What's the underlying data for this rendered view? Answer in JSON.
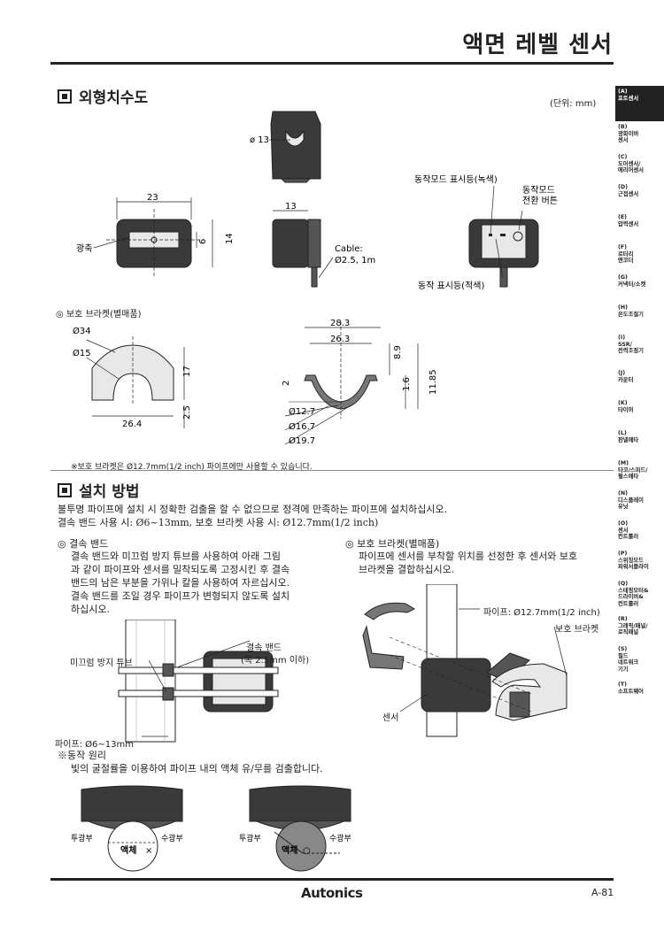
{
  "page_title": "액면 레벨 센서",
  "sections": {
    "dimensions": {
      "title": "외형치수도",
      "unit_note": "(단위: mm)"
    },
    "installation": {
      "title": "설치 방법"
    }
  },
  "dim_labels": {
    "phi13": "ø 13",
    "d23": "23",
    "d13": "13",
    "d6": "6",
    "d14": "14",
    "optical_axis": "광축",
    "cable1": "Cable:",
    "cable2": "Ø2.5, 1m",
    "op_mode_led": "동작모드 표시등(녹색)",
    "op_mode_btn1": "동작모드",
    "op_mode_btn2": "전환 버튼",
    "op_led_red": "동작 표시등(적색)"
  },
  "bracket": {
    "heading": "◎ 보호 브라켓(별매품)",
    "phi34": "Ø34",
    "phi15": "Ø15",
    "d17": "17",
    "d26_4": "26.4",
    "d2_5": "2.5",
    "d28_3": "28.3",
    "d26_3": "26.3",
    "d8_9": "8.9",
    "d2": "2",
    "d1_6": "1.6",
    "d11_85": "11.85",
    "phi12_7": "Ø12.7",
    "phi16_7": "Ø16.7",
    "phi19_7": "Ø19.7",
    "note": "※보호 브라켓은 Ø12.7mm(1/2 inch) 파이프에만 사용할 수 있습니다."
  },
  "install": {
    "intro1": "불투명 파이프에 설치 시 정확한 검출을 할 수 없으므로 정격에 만족하는 파이프에 설치하십시오.",
    "intro2": "결속 밴드 사용 시: Ø6~13mm, 보호 브라켓 사용 시: Ø12.7mm(1/2 inch)",
    "band_head": "◎ 결속 밴드",
    "band_l1": "결속 밴드와 미끄럼 방지 튜브를 사용하여 아래 그림",
    "band_l2": "과 같이 파이프와 센서를 밀착되도록 고정시킨 후 결속",
    "band_l3": "밴드의 남은 부분을 가위나 칼을 사용하여 자르십시오.",
    "band_l4": "결속 밴드를 조일 경우 파이프가 변형되지 않도록 설치",
    "band_l5": "하십시오.",
    "bracket_head": "◎ 보호 브라켓(별매품)",
    "bracket_l1": "파이프에 센서를 부착할 위치를 선정한 후 센서와 보호",
    "bracket_l2": "브라켓을 결합하십시오.",
    "lbl_band": "결속 밴드",
    "lbl_band_w": "(폭 2.5mm 이하)",
    "lbl_tube": "미끄럼 방지 튜브",
    "lbl_pipe": "파이프: Ø6~13mm",
    "lbl_pipe2": "파이프: Ø12.7mm(1/2 inch)",
    "lbl_bracket": "보호 브라켓",
    "lbl_sensor": "센서",
    "principle_head": "※동작 원리",
    "principle_text": "빛의 굴절률을 이용하여 파이프 내의 액체 유/무를 검출합니다.",
    "tx": "투광부",
    "rx": "수광부",
    "liquid": "액체",
    "liquid_no": "×",
    "liquid_yes": "○"
  },
  "sidebar": [
    {
      "code": "(A)",
      "name": "포토센서",
      "active": true
    },
    {
      "code": "(B)",
      "name": "광화이버\n센서"
    },
    {
      "code": "(C)",
      "name": "도어센서/\n에리어센서"
    },
    {
      "code": "(D)",
      "name": "근접센서"
    },
    {
      "code": "(E)",
      "name": "압력센서"
    },
    {
      "code": "(F)",
      "name": "로터리\n엔코더"
    },
    {
      "code": "(G)",
      "name": "커넥터/소켓"
    },
    {
      "code": "(H)",
      "name": "온도조절기"
    },
    {
      "code": "(I)",
      "name": "SSR/\n전력조정기"
    },
    {
      "code": "(J)",
      "name": "카운터"
    },
    {
      "code": "(K)",
      "name": "타이머"
    },
    {
      "code": "(L)",
      "name": "판넬메타"
    },
    {
      "code": "(M)",
      "name": "타코/스피드/\n펄스메타"
    },
    {
      "code": "(N)",
      "name": "디스플레이\n유닛"
    },
    {
      "code": "(O)",
      "name": "센서\n컨트롤러"
    },
    {
      "code": "(P)",
      "name": "스위칭모드\n파워서플라이"
    },
    {
      "code": "(Q)",
      "name": "스테핑모터&\n드라이버&\n컨트롤러"
    },
    {
      "code": "(R)",
      "name": "그래픽/패널/\n로직패널"
    },
    {
      "code": "(S)",
      "name": "필드\n네트워크\n기기"
    },
    {
      "code": "(T)",
      "name": "소프트웨어"
    }
  ],
  "footer": {
    "brand": "Autonics",
    "page": "A-81"
  }
}
